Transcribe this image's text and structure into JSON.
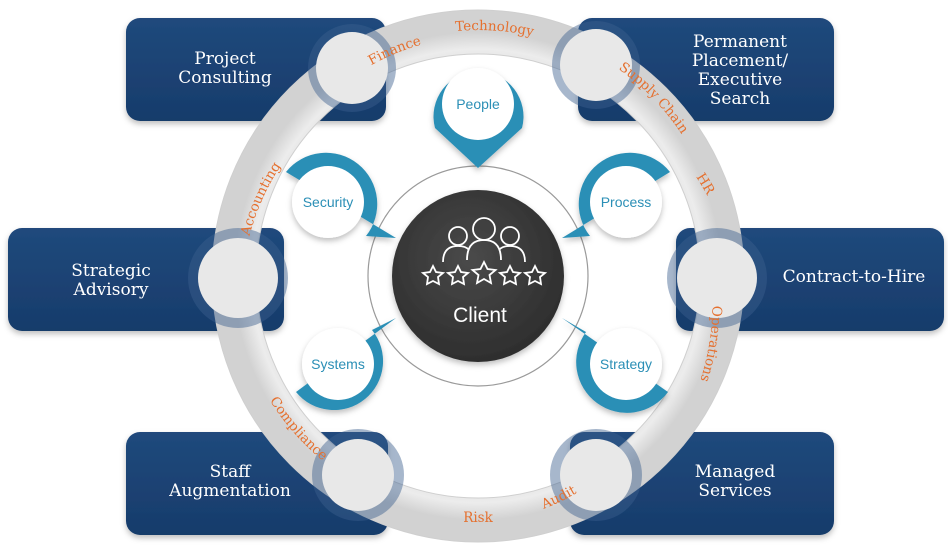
{
  "center": {
    "label": "Client",
    "icon": "group-with-stars-icon"
  },
  "services": {
    "project_consulting": "Project\nConsulting",
    "permanent_placement": "Permanent\nPlacement/\nExecutive\nSearch",
    "strategic_advisory": "Strategic\nAdvisory",
    "contract_to_hire": "Contract-to-Hire",
    "staff_augmentation": "Staff\nAugmentation",
    "managed_services": "Managed\nServices"
  },
  "pins": {
    "people": "People",
    "security": "Security",
    "process": "Process",
    "systems": "Systems",
    "strategy": "Strategy"
  },
  "ring": {
    "finance": "Finance",
    "technology": "Technology",
    "supply_chain": "Supply Chain",
    "hr": "HR",
    "accounting": "Accounting",
    "operations": "Operations",
    "compliance": "Compliance",
    "risk": "Risk",
    "audit": "Audit"
  },
  "colors": {
    "navy": "#1d4373",
    "ring": "#e6e6e6",
    "teal": "#2b8fb6",
    "orange": "#e5702f",
    "center": "#3a3a3a"
  }
}
